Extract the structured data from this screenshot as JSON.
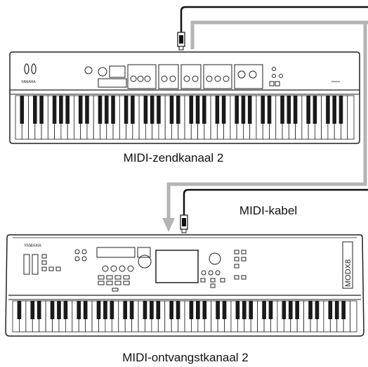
{
  "labels": {
    "send_channel": "MIDI-zendkanaal 2",
    "cable": "MIDI-kabel",
    "receive_channel": "MIDI-ontvangstkanaal 2"
  },
  "instruments": {
    "top_brand": "YAMAHA",
    "bottom_brand": "YAMAHA",
    "bottom_model": "MODX8"
  },
  "colors": {
    "cable_gray": "#b4b4b4",
    "cable_black": "#111111",
    "outline": "#222222"
  }
}
